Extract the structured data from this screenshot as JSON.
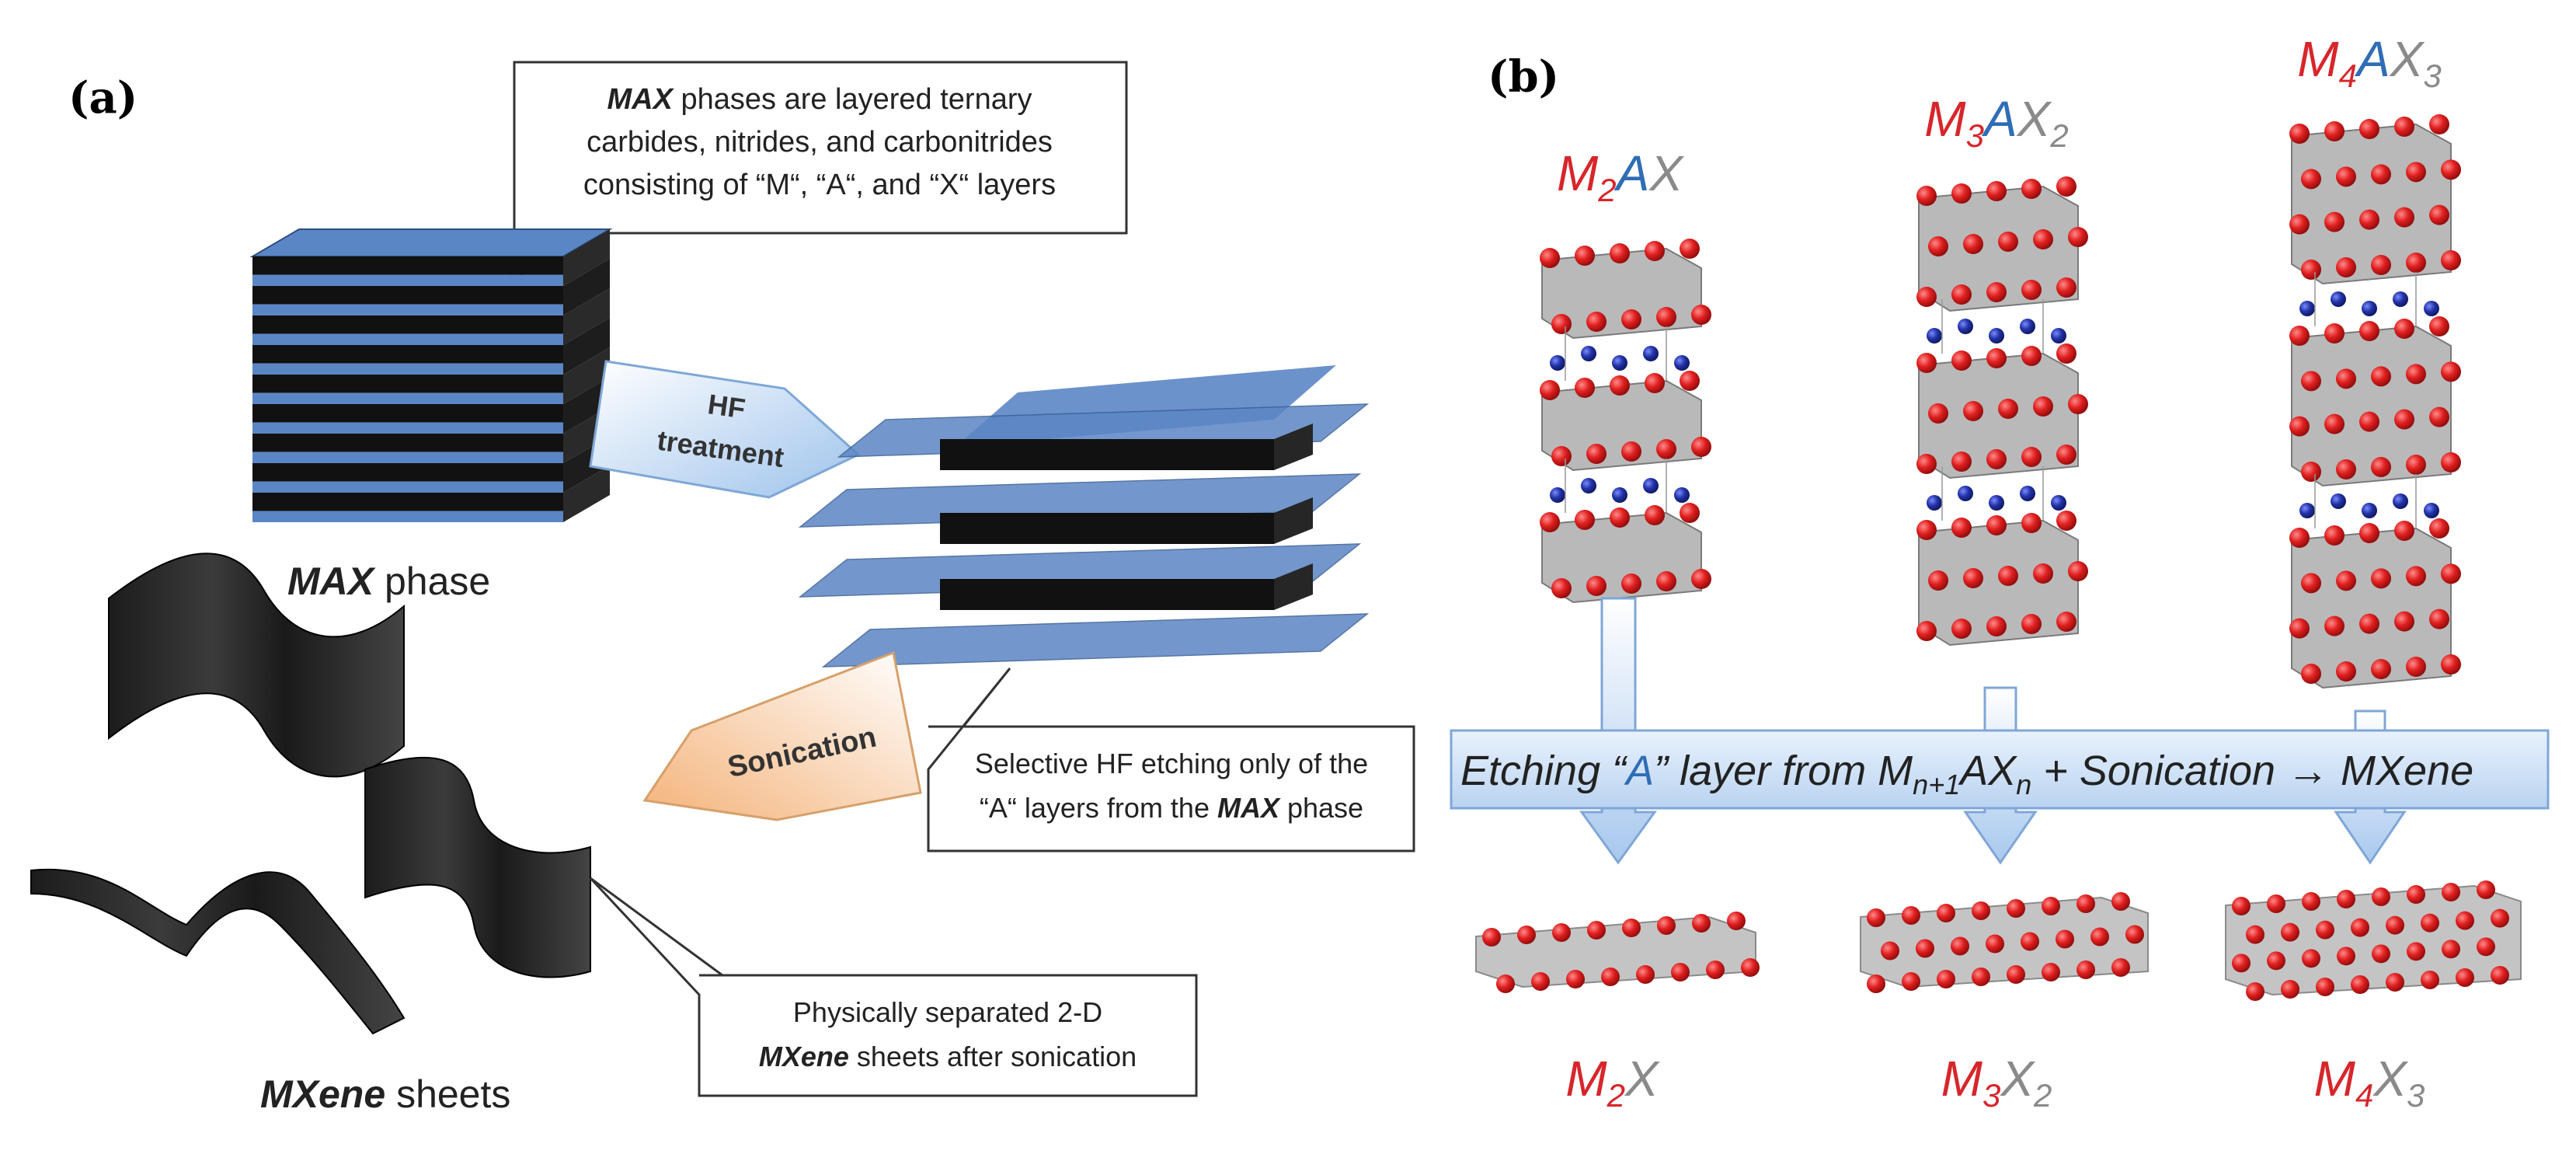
{
  "panel_a": {
    "label": "(a)",
    "callout_max": {
      "line1_bold": "MAX",
      "line1_rest": " phases are layered ternary",
      "line2": "carbides, nitrides, and carbonitrides",
      "line3": "consisting of “M“, “A“, and “X“ layers"
    },
    "max_phase_caption": {
      "bold": "MAX",
      "rest": " phase"
    },
    "hf_arrow": {
      "line1": "HF",
      "line2": "treatment"
    },
    "sonication_arrow": "Sonication",
    "callout_etch": {
      "line1": "Selective HF etching only of the",
      "line2_pre": "“A“ layers from the ",
      "line2_bold": "MAX",
      "line2_post": " phase"
    },
    "callout_sheets": {
      "line1": "Physically separated 2-D",
      "line2_bold": "MXene",
      "line2_rest": " sheets after sonication"
    },
    "mxene_caption": {
      "bold": "MXene",
      "rest": " sheets"
    },
    "colors": {
      "blue_layer": "#5b86c5",
      "black_layer": "#111111",
      "arrow_blue": "#bcd6f3",
      "arrow_orange": "#f6c79a"
    }
  },
  "panel_b": {
    "label": "(b)",
    "top_formulas": [
      {
        "M": "M",
        "m_sub": "2",
        "A": "A",
        "X": "X",
        "x_sub": ""
      },
      {
        "M": "M",
        "m_sub": "3",
        "A": "A",
        "X": "X",
        "x_sub": "2"
      },
      {
        "M": "M",
        "m_sub": "4",
        "A": "A",
        "X": "X",
        "x_sub": "3"
      }
    ],
    "banner": {
      "p1": "Etching “",
      "a": "A",
      "p2": "” layer from M",
      "sub1": "n+1",
      "p3": "AX",
      "sub2": "n",
      "p4": " + Sonication → MXene"
    },
    "bottom_formulas": [
      {
        "M": "M",
        "m_sub": "2",
        "X": "X",
        "x_sub": ""
      },
      {
        "M": "M",
        "m_sub": "3",
        "X": "X",
        "x_sub": "2"
      },
      {
        "M": "M",
        "m_sub": "4",
        "X": "X",
        "x_sub": "3"
      }
    ],
    "colors": {
      "M": "#d7262b",
      "A": "#2f6db5",
      "X": "#8a8a8a",
      "atom_red": "#e01f1f",
      "atom_blue": "#1f2f9e",
      "octa_grey": "#b5b5b5"
    }
  }
}
